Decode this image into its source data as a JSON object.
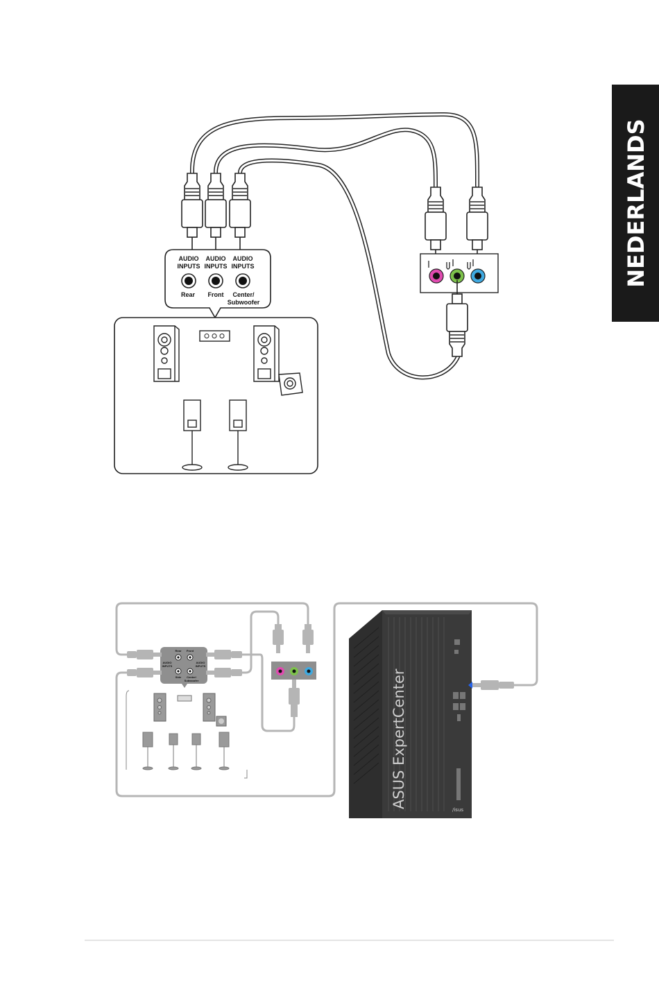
{
  "language_tab": {
    "label": "NEDERLANDS",
    "color": "#1a1a1a"
  },
  "diagram1": {
    "audio_inputs": [
      {
        "heading_line1": "AUDIO",
        "heading_line2": "INPUTS",
        "name": "Rear"
      },
      {
        "heading_line1": "AUDIO",
        "heading_line2": "INPUTS",
        "name": "Front"
      },
      {
        "heading_line1": "AUDIO",
        "heading_line2": "INPUTS",
        "name_line1": "Center/",
        "name_line2": "Subwoofer"
      }
    ],
    "jack_colors": [
      "#e04bb0",
      "#7dc24b",
      "#3fa9e0"
    ]
  },
  "diagram2": {
    "hub_labels": {
      "top_left": "Rear",
      "top_right": "Front",
      "mid_left_1": "AUDIO",
      "mid_left_2": "INPUTS",
      "mid_right_1": "AUDIO",
      "mid_right_2": "INPUTS",
      "bottom_left": "Side",
      "bottom_right_1": "Center/",
      "bottom_right_2": "Subwoofer"
    },
    "case_brand": "ASUS ExpertCenter",
    "case_logo": "/isus"
  }
}
